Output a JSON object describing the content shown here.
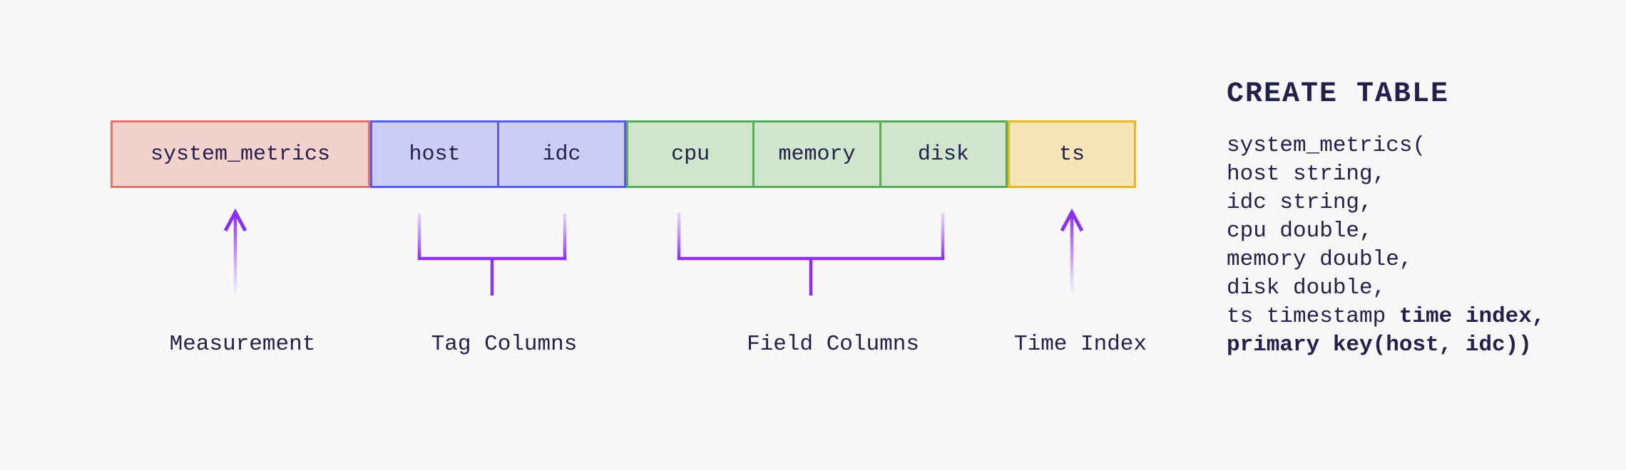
{
  "diagram": {
    "cells": [
      {
        "label": "system_metrics",
        "group": "measurement"
      },
      {
        "label": "host",
        "group": "tag"
      },
      {
        "label": "idc",
        "group": "tag"
      },
      {
        "label": "cpu",
        "group": "field"
      },
      {
        "label": "memory",
        "group": "field"
      },
      {
        "label": "disk",
        "group": "field"
      },
      {
        "label": "ts",
        "group": "time"
      }
    ],
    "captions": {
      "measurement": "Measurement",
      "tag": "Tag Columns",
      "field": "Field Columns",
      "time": "Time Index"
    }
  },
  "sql": {
    "heading": "CREATE TABLE",
    "lines": [
      {
        "normal": "system_metrics(",
        "bold": ""
      },
      {
        "normal": "host string,",
        "bold": ""
      },
      {
        "normal": "idc string,",
        "bold": ""
      },
      {
        "normal": "cpu double,",
        "bold": ""
      },
      {
        "normal": "memory double,",
        "bold": ""
      },
      {
        "normal": "disk double,",
        "bold": ""
      },
      {
        "normal": "ts timestamp ",
        "bold": "time index,"
      },
      {
        "normal": "",
        "bold": "primary key(host, idc))"
      }
    ]
  },
  "colors": {
    "bg": "#f7f7f8",
    "ink": "#23204a",
    "red-fill": "#f3d1cf",
    "red-border": "#df766e",
    "blue-fill": "#cccdf6",
    "blue-border": "#5a5af1",
    "green-fill": "#cfe5cc",
    "green-border": "#55ad55",
    "yellow-fill": "#f5e4b5",
    "yellow-border": "#e8b623",
    "purple": "#8b2ff2",
    "purple-light": "#dcc8f8"
  }
}
